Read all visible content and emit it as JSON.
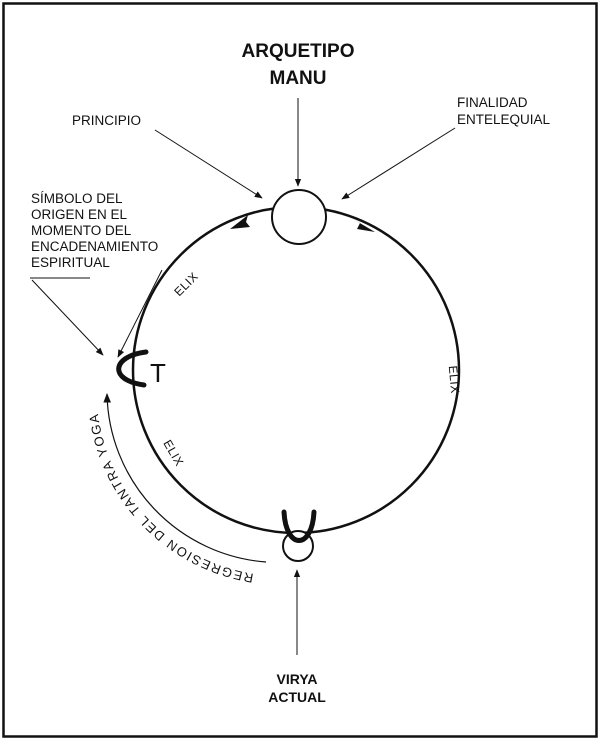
{
  "title": {
    "line1": "ARQUETIPO",
    "line2": "MANU"
  },
  "labels": {
    "principio": "PRINCIPIO",
    "finalidad": {
      "line1": "FINALIDAD",
      "line2": "ENTELEQUIAL"
    },
    "simbolo": {
      "line1": "SÍMBOLO DEL",
      "line2": "ORIGEN EN EL",
      "line3": "MOMENTO DEL",
      "line4": "ENCADENAMIENTO",
      "line5": "ESPIRITUAL"
    },
    "virya": {
      "line1": "VIRYA",
      "line2": "ACTUAL"
    },
    "elix": "ELIX",
    "t_symbol": "T",
    "regresion": "REGRESION DEL TANTRA YOGA"
  }
}
